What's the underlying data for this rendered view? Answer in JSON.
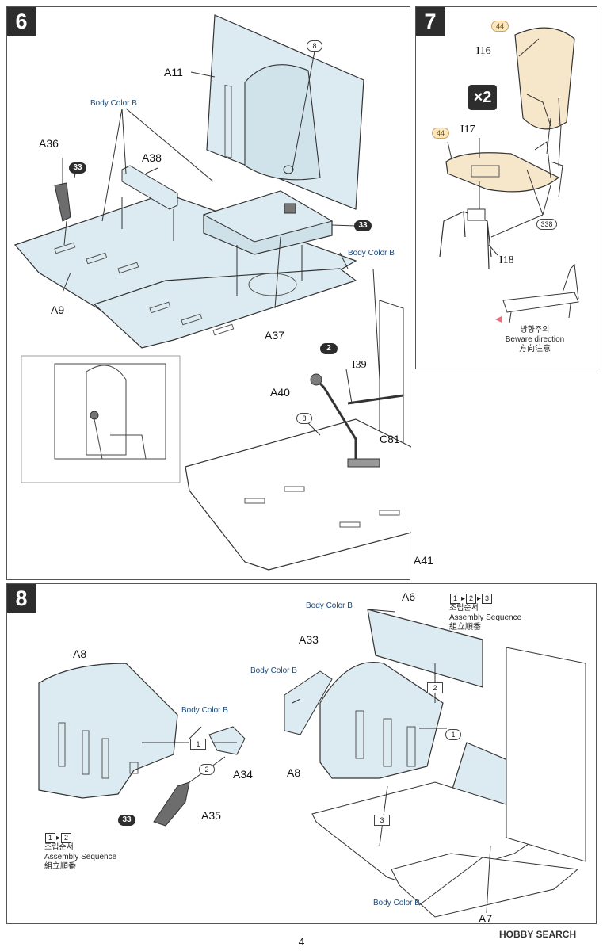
{
  "steps": [
    {
      "number": "6",
      "parts": [
        "A11",
        "8",
        "Body Color B",
        "A36",
        "33",
        "A38",
        "33",
        "Body Color B",
        "A9",
        "A37"
      ],
      "subassembly": [
        "2",
        "I39",
        "A40",
        "8",
        "C81",
        "A41"
      ]
    },
    {
      "number": "7",
      "multiplier": "×2",
      "parts": [
        "44",
        "I16",
        "44",
        "I17",
        "338",
        "I18"
      ],
      "beware": {
        "ko": "방향주의",
        "en": "Beware direction",
        "ja": "方向注意"
      }
    },
    {
      "number": "8",
      "left_parts": [
        "A8",
        "Body Color B",
        "1",
        "2",
        "A34",
        "A35",
        "33"
      ],
      "left_sequence": {
        "steps": [
          "1",
          "2"
        ],
        "ko": "조립순서",
        "en": "Assembly Sequence",
        "ja": "組立順番"
      },
      "right_parts": [
        "A6",
        "Body Color B",
        "A33",
        "Body Color B",
        "2",
        "1",
        "A8",
        "3",
        "Body Color B",
        "A7"
      ],
      "right_sequence": {
        "steps": [
          "1",
          "2",
          "3"
        ],
        "ko": "조립순서",
        "en": "Assembly Sequence",
        "ja": "組立順番"
      }
    }
  ],
  "page_number": "4",
  "watermark": "HOBBY SEARCH",
  "colors": {
    "part_fill": "#dcebf1",
    "seat_fill": "#f6e7cb",
    "outline": "#333333",
    "dark_part": "#6d6d6d"
  }
}
